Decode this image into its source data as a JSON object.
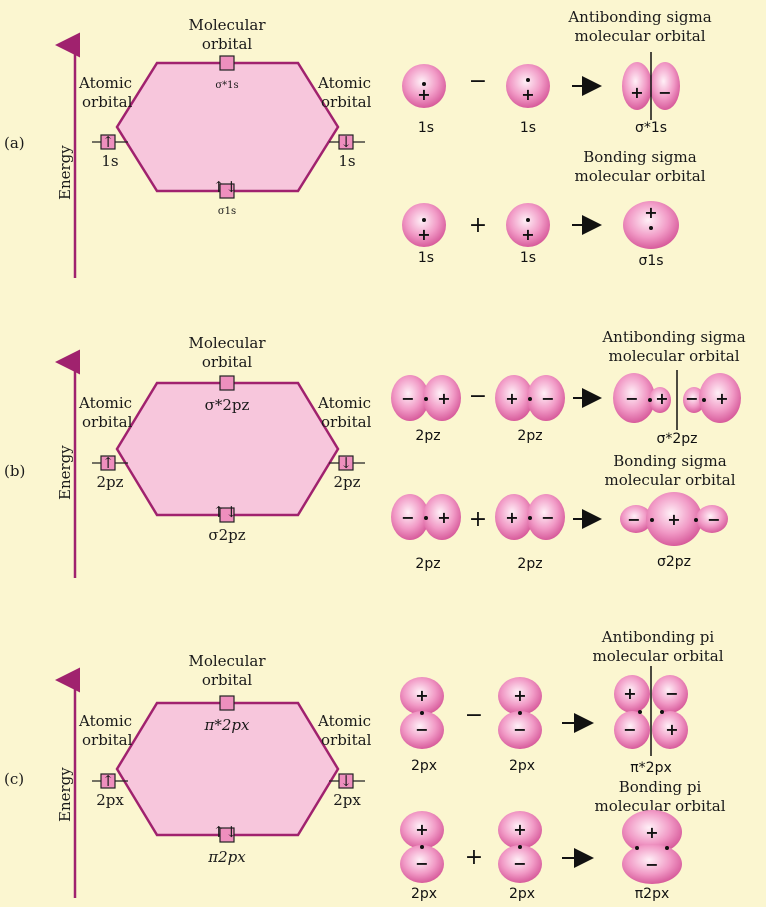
{
  "panels": [
    {
      "label": "(a)",
      "energy": "Energy",
      "mo_title_1": "Molecular",
      "mo_title_2": "orbital",
      "ao_left_1": "Atomic",
      "ao_left_2": "orbital",
      "ao_right_1": "Atomic",
      "ao_right_2": "orbital",
      "left_ao": "1s",
      "right_ao": "1s",
      "anti_mo": "σ*1s",
      "bond_mo": "σ1s",
      "anti_title_1": "Antibonding sigma",
      "anti_title_2": "molecular orbital",
      "bond_title_1": "Bonding sigma",
      "bond_title_2": "molecular orbital",
      "anti_op": "−",
      "bond_op": "+",
      "anti_l1": "1s",
      "anti_l2": "1s",
      "anti_l3": "σ*1s",
      "bond_l1": "1s",
      "bond_l2": "1s",
      "bond_l3": "σ1s"
    },
    {
      "label": "(b)",
      "energy": "Energy",
      "mo_title_1": "Molecular",
      "mo_title_2": "orbital",
      "ao_left_1": "Atomic",
      "ao_left_2": "orbital",
      "ao_right_1": "Atomic",
      "ao_right_2": "orbital",
      "left_ao": "2pz",
      "right_ao": "2pz",
      "anti_mo": "σ*2pz",
      "bond_mo": "σ2pz",
      "anti_title_1": "Antibonding sigma",
      "anti_title_2": "molecular orbital",
      "bond_title_1": "Bonding sigma",
      "bond_title_2": "molecular orbital",
      "anti_op": "−",
      "bond_op": "+",
      "anti_l1": "2pz",
      "anti_l2": "2pz",
      "anti_l3": "σ*2pz",
      "bond_l1": "2pz",
      "bond_l2": "2pz",
      "bond_l3": "σ2pz"
    },
    {
      "label": "(c)",
      "energy": "Energy",
      "mo_title_1": "Molecular",
      "mo_title_2": "orbital",
      "ao_left_1": "Atomic",
      "ao_left_2": "orbital",
      "ao_right_1": "Atomic",
      "ao_right_2": "orbital",
      "left_ao": "2px",
      "right_ao": "2px",
      "anti_mo": "π*2px",
      "bond_mo": "π2px",
      "anti_title_1": "Antibonding pi",
      "anti_title_2": "molecular orbital",
      "bond_title_1": "Bonding pi",
      "bond_title_2": "molecular orbital",
      "anti_op": "−",
      "bond_op": "+",
      "anti_l1": "2px",
      "anti_l2": "2px",
      "anti_l3": "π*2px",
      "bond_l1": "2px",
      "bond_l2": "2px",
      "bond_l3": "π2px"
    }
  ],
  "colors": {
    "background": "#fbf6d0",
    "hexagon_stroke": "#a0226e",
    "hexagon_fill": "#f7c6dc",
    "orbital_fill": "#ee8fbe",
    "arrow": "#a0226e"
  }
}
